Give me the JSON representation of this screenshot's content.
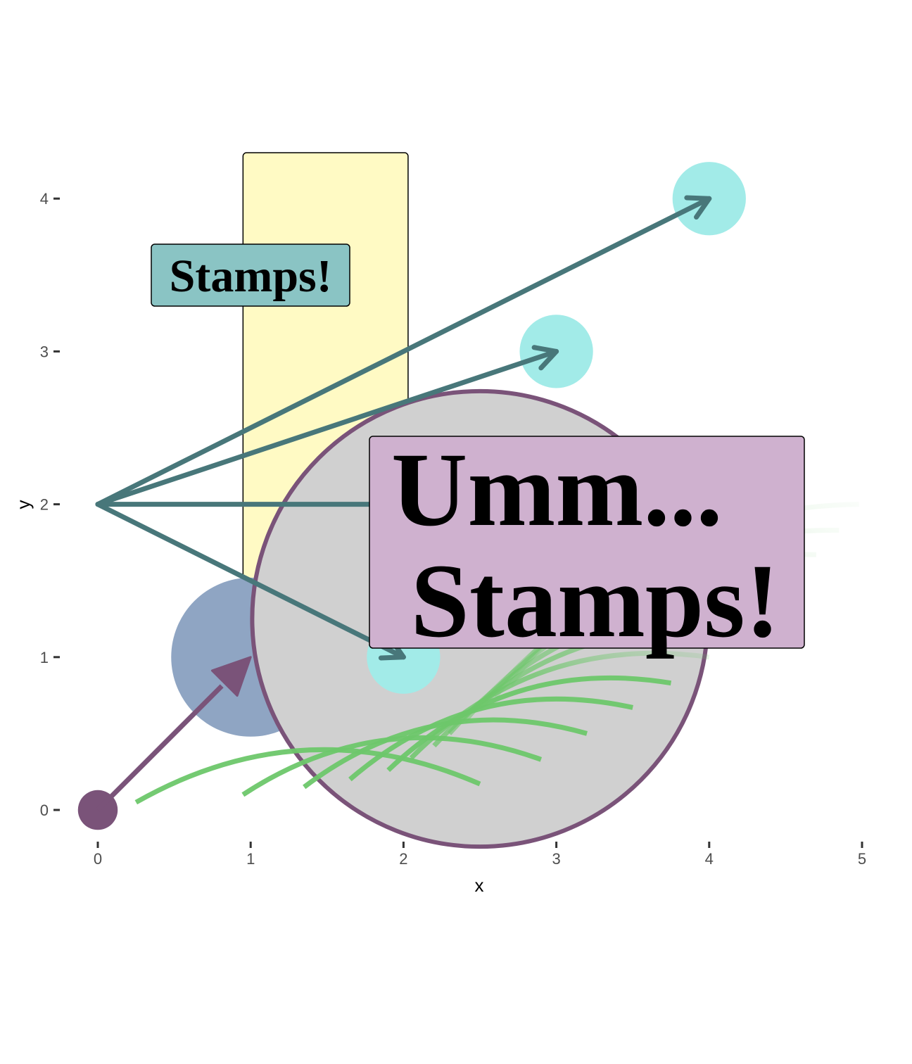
{
  "chart_data": {
    "type": "annotated-scatter",
    "xlabel": "x",
    "ylabel": "y",
    "xlim": [
      -0.25,
      5.0
    ],
    "ylim": [
      -0.25,
      4.3
    ],
    "x_ticks": [
      "0",
      "1",
      "2",
      "3",
      "4",
      "5"
    ],
    "y_ticks": [
      "0",
      "1",
      "2",
      "3",
      "4"
    ],
    "grid": false,
    "background": "#ffffff",
    "colors": {
      "purple": "#7a5379",
      "teal_arrow": "#48777a",
      "cyan_point": "#a2ebe8",
      "blue_point": "#8fa5c3",
      "yellow_rect": "#fffac4",
      "grey_circle": "#d0d0d0",
      "teal_label": "#8ac4c4",
      "pink_label": "#cfb1cf",
      "green_curve": "#6dc76a"
    },
    "rect": {
      "xmin": 0.95,
      "xmax": 2.03,
      "ymin": 0.71,
      "ymax": 4.3
    },
    "big_circle": {
      "x": 2.5,
      "y": 1.25,
      "r": 1.49
    },
    "points": [
      {
        "x": 0,
        "y": 0,
        "r": 0.13,
        "color": "purple"
      },
      {
        "x": 1,
        "y": 1,
        "r": 0.52,
        "color": "blue_point"
      },
      {
        "x": 2,
        "y": 1,
        "r": 0.24,
        "color": "cyan_point"
      },
      {
        "x": 3,
        "y": 3,
        "r": 0.24,
        "color": "cyan_point"
      },
      {
        "x": 4,
        "y": 4,
        "r": 0.24,
        "color": "cyan_point"
      }
    ],
    "segments": [
      {
        "x": 0,
        "y": 0,
        "xend": 1,
        "yend": 1,
        "color": "purple",
        "arrow": "closed"
      },
      {
        "x": 0,
        "y": 2,
        "xend": 2,
        "yend": 1,
        "color": "teal_arrow",
        "arrow": "open"
      },
      {
        "x": 0,
        "y": 2,
        "xend": 3,
        "yend": 3,
        "color": "teal_arrow",
        "arrow": "open"
      },
      {
        "x": 0,
        "y": 2,
        "xend": 4,
        "yend": 4,
        "color": "teal_arrow",
        "arrow": "open"
      },
      {
        "x": 0,
        "y": 2,
        "xend": 1.8,
        "yend": 2,
        "color": "teal_arrow",
        "arrow": "none"
      }
    ],
    "curves": [
      {
        "x": 0.25,
        "y": 0.05,
        "xend": 2.5,
        "yend": 0.17
      },
      {
        "x": 0.95,
        "y": 0.1,
        "xend": 2.9,
        "yend": 0.33
      },
      {
        "x": 1.35,
        "y": 0.15,
        "xend": 3.2,
        "yend": 0.5
      },
      {
        "x": 1.65,
        "y": 0.2,
        "xend": 3.5,
        "yend": 0.67
      },
      {
        "x": 1.9,
        "y": 0.26,
        "xend": 3.75,
        "yend": 0.83
      },
      {
        "x": 2.05,
        "y": 0.34,
        "xend": 4.0,
        "yend": 1.0
      },
      {
        "x": 2.2,
        "y": 0.42,
        "xend": 4.2,
        "yend": 1.17
      },
      {
        "x": 2.3,
        "y": 0.5,
        "xend": 4.4,
        "yend": 1.33
      },
      {
        "x": 2.4,
        "y": 0.58,
        "xend": 4.55,
        "yend": 1.5
      },
      {
        "x": 2.5,
        "y": 0.66,
        "xend": 4.7,
        "yend": 1.67
      },
      {
        "x": 2.6,
        "y": 0.74,
        "xend": 4.85,
        "yend": 1.83
      },
      {
        "x": 2.7,
        "y": 0.82,
        "xend": 4.98,
        "yend": 2.0
      }
    ],
    "labels": [
      {
        "text": "Stamps!",
        "x": 1.0,
        "y": 3.5,
        "fill": "teal_label"
      },
      {
        "lines": [
          "Umm...",
          " Stamps!"
        ],
        "x": 3.2,
        "y": 1.85,
        "fill": "pink_label"
      }
    ]
  }
}
